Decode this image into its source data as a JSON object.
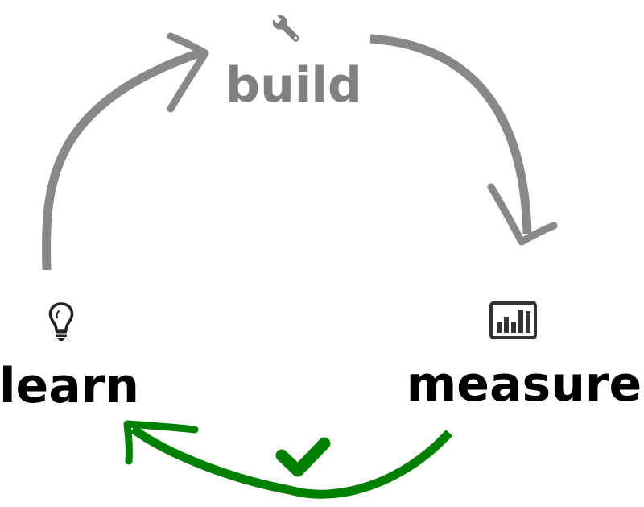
{
  "nodes": {
    "build": {
      "label": "build",
      "icon": "wrench-icon",
      "color": "#808080"
    },
    "measure": {
      "label": "measure",
      "icon": "bar-chart-icon",
      "color": "#000000"
    },
    "learn": {
      "label": "learn",
      "icon": "lightbulb-icon",
      "color": "#000000"
    }
  },
  "edges": [
    {
      "from": "build",
      "to": "measure",
      "color": "#888888",
      "state": "inactive"
    },
    {
      "from": "measure",
      "to": "learn",
      "color": "#008000",
      "state": "active",
      "icon": "checkmark-icon"
    },
    {
      "from": "learn",
      "to": "build",
      "color": "#888888",
      "state": "inactive"
    }
  ],
  "icon_colors": {
    "wrench": "#808080",
    "bar_chart": "#333333",
    "lightbulb": "#222222",
    "checkmark": "#008000"
  }
}
